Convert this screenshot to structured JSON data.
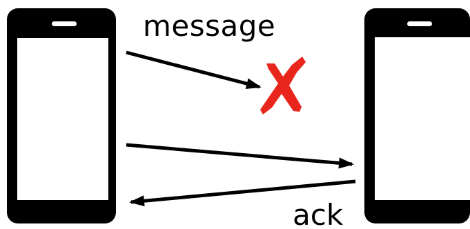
{
  "diagram": {
    "labels": {
      "message": "message",
      "ack": "ack"
    },
    "devices": [
      {
        "name": "sender-phone"
      },
      {
        "name": "receiver-phone"
      }
    ],
    "colors": {
      "phone": "#000000",
      "screen": "#ffffff",
      "arrow": "#000000",
      "failure_mark": "#e8261b"
    },
    "icons": {
      "failure": "x-mark-icon",
      "device": "smartphone-icon"
    }
  }
}
